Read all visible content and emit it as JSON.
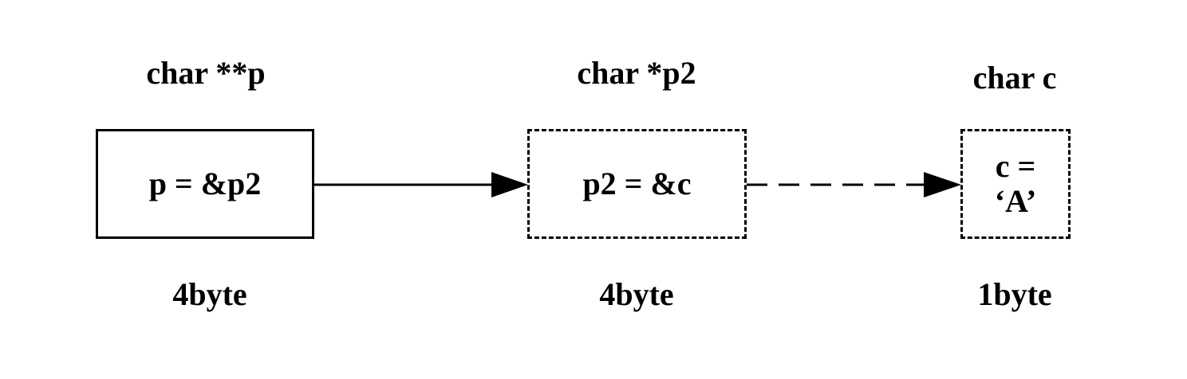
{
  "nodes": [
    {
      "id": "p",
      "type_label": "char **p",
      "content": "p = &p2",
      "size": "4byte",
      "border": "solid"
    },
    {
      "id": "p2",
      "type_label": "char *p2",
      "content": "p2 = &c",
      "size": "4byte",
      "border": "dashed"
    },
    {
      "id": "c",
      "type_label": "char c",
      "content_line1": "c =",
      "content_line2": "‘A’",
      "size": "1byte",
      "border": "dashed"
    }
  ],
  "edges": [
    {
      "from": "p",
      "to": "p2",
      "style": "solid"
    },
    {
      "from": "p2",
      "to": "c",
      "style": "dashed"
    }
  ],
  "colors": {
    "stroke": "#000000",
    "background": "#ffffff"
  }
}
